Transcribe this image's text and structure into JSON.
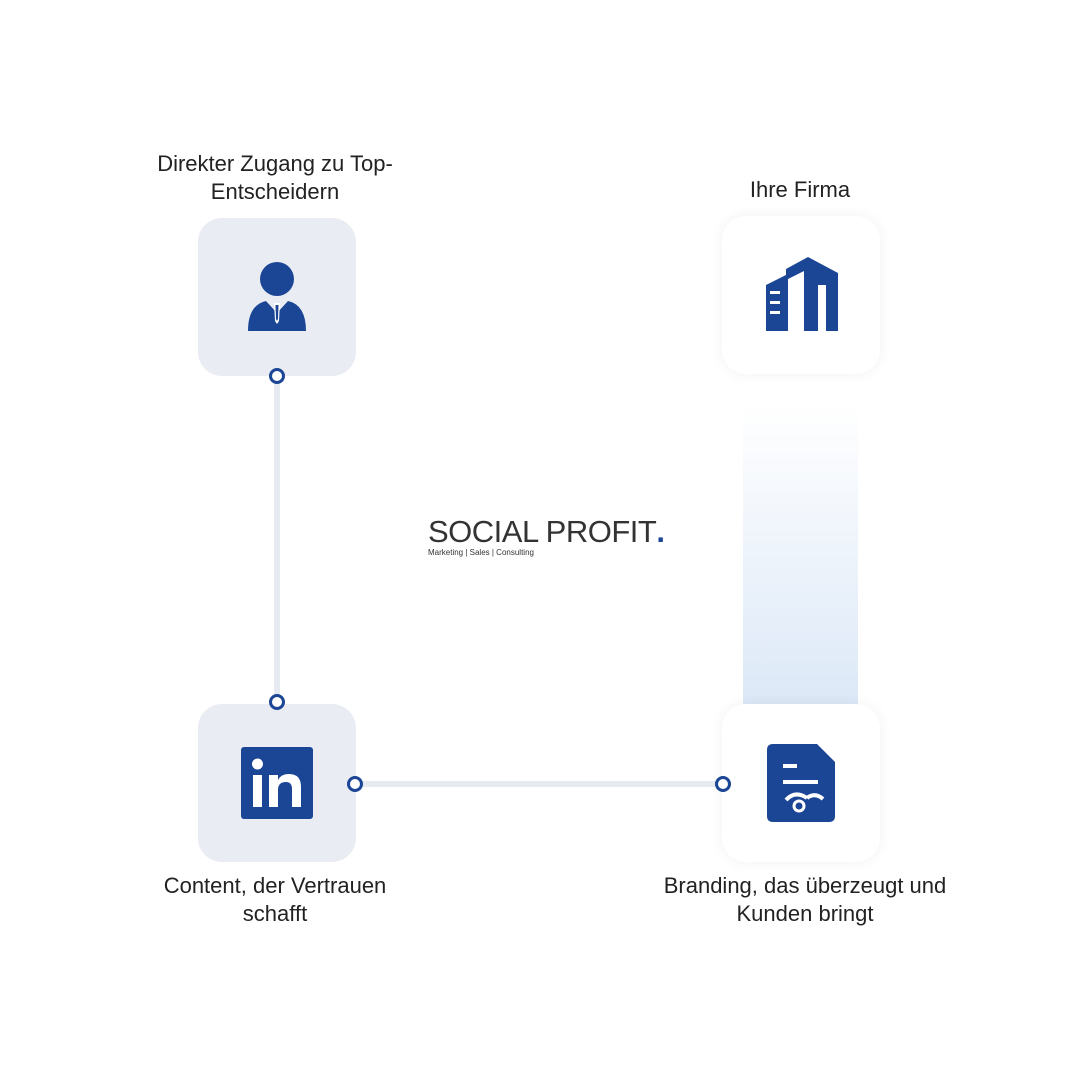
{
  "nodes": {
    "decision_makers": "Direkter Zugang zu Top-Entscheidern",
    "company": "Ihre Firma",
    "content": "Content, der Vertrauen schafft",
    "branding": "Branding, das überzeugt und Kunden bringt"
  },
  "logo": {
    "name": "SOCIAL PROFIT",
    "dot": ".",
    "tagline": "Marketing | Sales | Consulting"
  },
  "colors": {
    "accent": "#1b4595"
  }
}
